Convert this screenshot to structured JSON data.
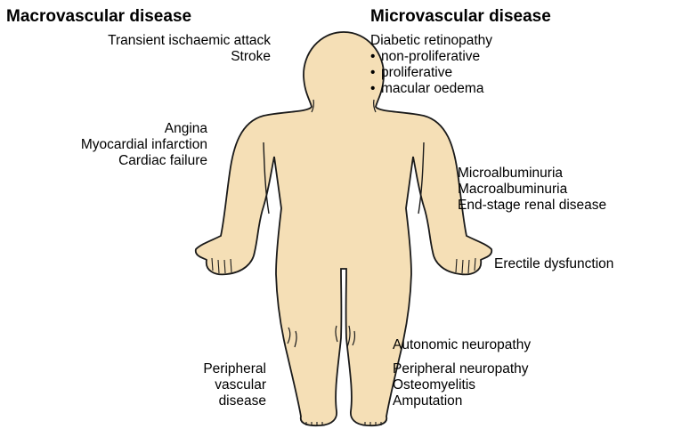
{
  "colors": {
    "skin": "#f5dfb6",
    "outline": "#1a1a1a",
    "text": "#000000"
  },
  "macrovascular": {
    "heading": "Macrovascular disease",
    "head_labels": [
      "Transient ischaemic attack",
      "Stroke"
    ],
    "heart_labels": [
      "Angina",
      "Myocardial infarction",
      "Cardiac failure"
    ],
    "limb_labels": [
      "Peripheral",
      "vascular",
      "disease"
    ]
  },
  "microvascular": {
    "heading": "Microvascular disease",
    "eye_title": "Diabetic retinopathy",
    "eye_items": [
      "non-proliferative",
      "proliferative",
      "macular oedema"
    ],
    "kidney_labels": [
      "Microalbuminuria",
      "Macroalbuminuria",
      "End-stage renal disease"
    ],
    "erectile_label": "Erectile dysfunction",
    "autonomic_label": "Autonomic neuropathy",
    "foot_labels": [
      "Peripheral neuropathy",
      "Osteomyelitis",
      "Amputation"
    ]
  }
}
